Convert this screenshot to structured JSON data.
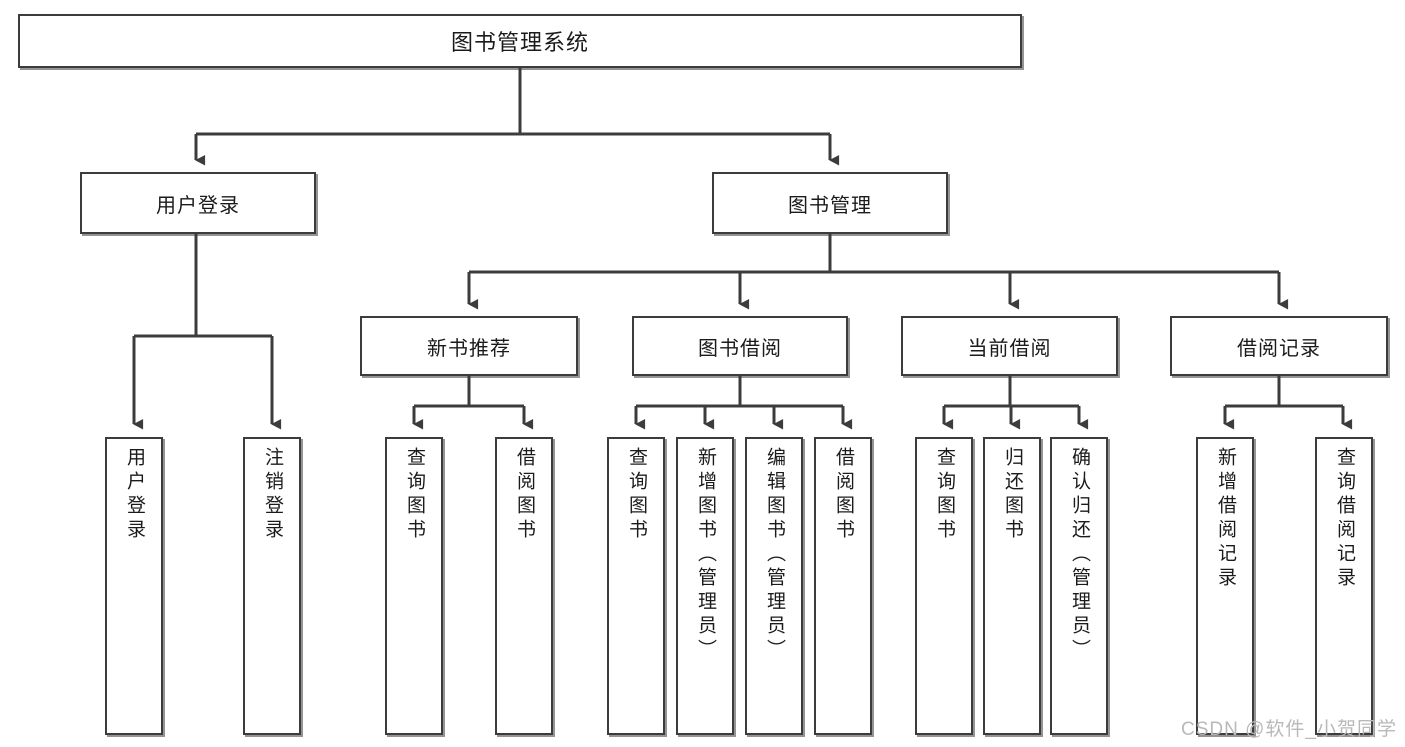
{
  "diagram": {
    "title": "图书管理系统",
    "type": "tree",
    "watermark": "CSDN @软件_小贺同学",
    "colors": {
      "line": "#3c3c3c",
      "box_border": "#3c3c3c",
      "box_fill": "#ffffff",
      "text": "#1b1b1b",
      "watermark": "#b9b9b9"
    },
    "root": {
      "label": "图书管理系统"
    },
    "level2": [
      {
        "label": "用户登录"
      },
      {
        "label": "图书管理"
      }
    ],
    "level3": [
      {
        "label": "新书推荐"
      },
      {
        "label": "图书借阅"
      },
      {
        "label": "当前借阅"
      },
      {
        "label": "借阅记录"
      }
    ],
    "leaves": {
      "user_login": [
        {
          "label": "用户登录"
        },
        {
          "label": "注销登录"
        }
      ],
      "new_book_recommend": [
        {
          "label": "查询图书"
        },
        {
          "label": "借阅图书"
        }
      ],
      "book_borrow": [
        {
          "label": "查询图书"
        },
        {
          "label": "新增图书（管理员）"
        },
        {
          "label": "编辑图书（管理员）"
        },
        {
          "label": "借阅图书"
        }
      ],
      "current_borrow": [
        {
          "label": "查询图书"
        },
        {
          "label": "归还图书"
        },
        {
          "label": "确认归还（管理员）"
        }
      ],
      "borrow_record": [
        {
          "label": "新增借阅记录"
        },
        {
          "label": "查询借阅记录"
        }
      ]
    }
  }
}
